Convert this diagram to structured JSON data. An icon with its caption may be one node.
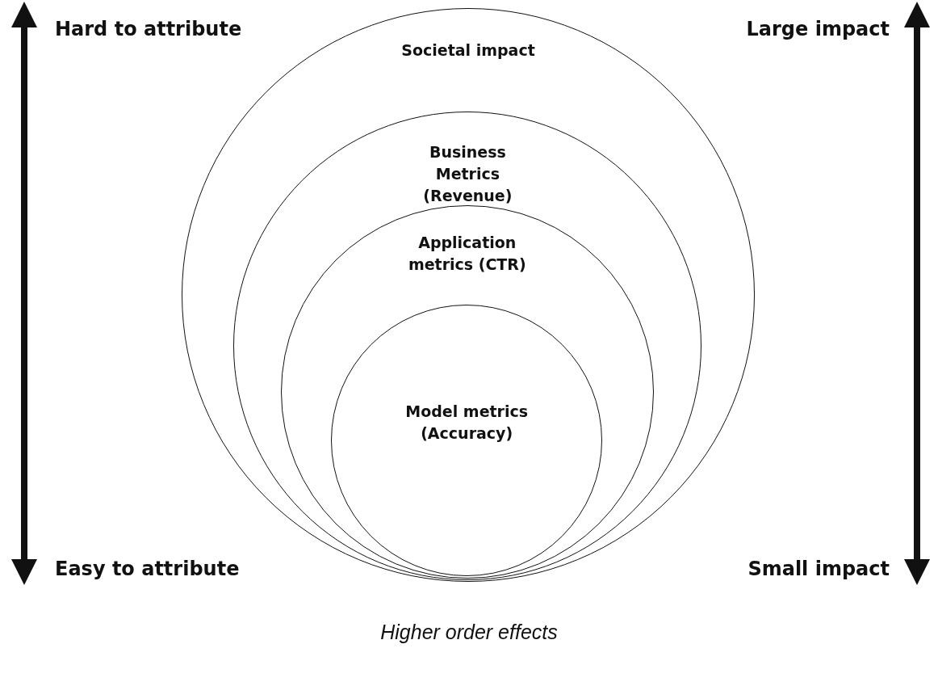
{
  "diagram": {
    "caption": "Higher order effects",
    "nodes": [
      {
        "text": [
          "Societal impact"
        ]
      },
      {
        "text": [
          "Business Metrics (Revenue)"
        ],
        "in": 0
      },
      {
        "text": [
          "Application metrics (CTR)"
        ],
        "in": 1
      },
      {
        "text": [
          "Model metrics (Accuracy)"
        ],
        "in": 2
      }
    ],
    "labels": [
      "Hard to attribute",
      "Large impact",
      "Easy to attribute",
      "Small impact"
    ]
  }
}
